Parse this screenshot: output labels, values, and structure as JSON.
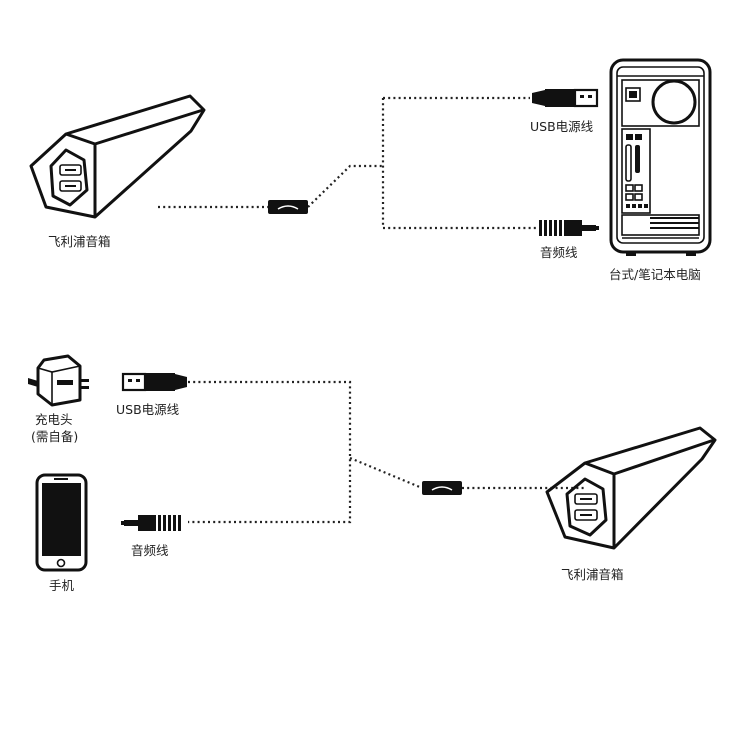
{
  "diagram_top": {
    "speaker_label": "飞利浦音箱",
    "usb_label": "USB电源线",
    "audio_label": "音频线",
    "computer_label": "台式/笔记本电脑"
  },
  "diagram_bottom": {
    "charger_label_1": "充电头",
    "charger_label_2": "(需自备)",
    "usb_label": "USB电源线",
    "audio_label": "音频线",
    "phone_label": "手机",
    "speaker_label": "飞利浦音箱"
  },
  "colors": {
    "stroke": "#111111",
    "background": "#ffffff"
  }
}
